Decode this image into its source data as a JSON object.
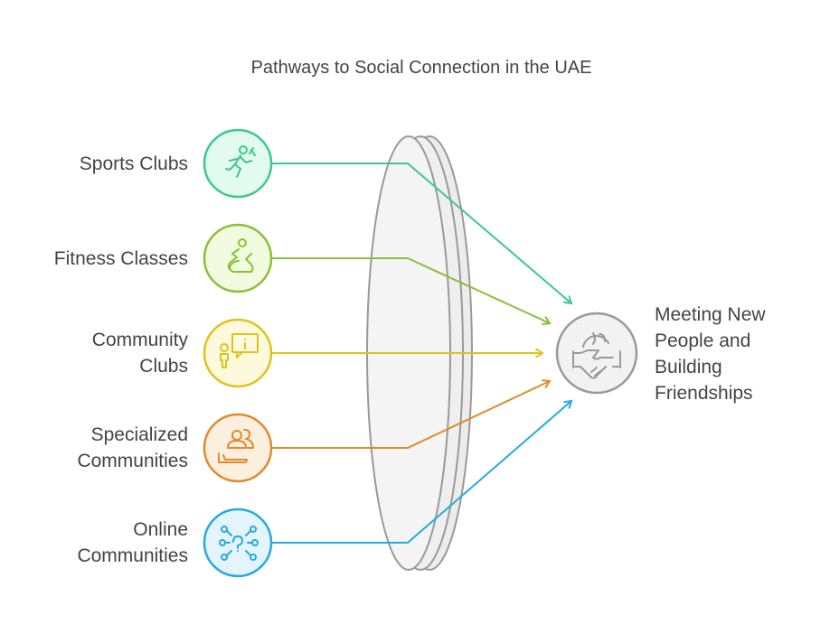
{
  "title": "Pathways to Social Connection in the UAE",
  "sources": [
    {
      "label": "Sports Clubs",
      "icon": "running-person-icon",
      "color": "#3cc98a",
      "fill": "#e3faee"
    },
    {
      "label": "Fitness Classes",
      "icon": "exercise-bike-icon",
      "color": "#8bbf3a",
      "fill": "#f2fadf"
    },
    {
      "label": "Community Clubs",
      "icon": "person-info-bubble-icon",
      "color": "#e0c21a",
      "fill": "#fdf9dc"
    },
    {
      "label": "Specialized Communities",
      "icon": "group-hand-icon",
      "color": "#e08a2c",
      "fill": "#fdefe0"
    },
    {
      "label": "Online Communities",
      "icon": "network-question-icon",
      "color": "#27a9e0",
      "fill": "#e3f4fc"
    }
  ],
  "target": {
    "label": "Meeting New People and Building Friendships",
    "icon": "handshake-globe-icon"
  }
}
